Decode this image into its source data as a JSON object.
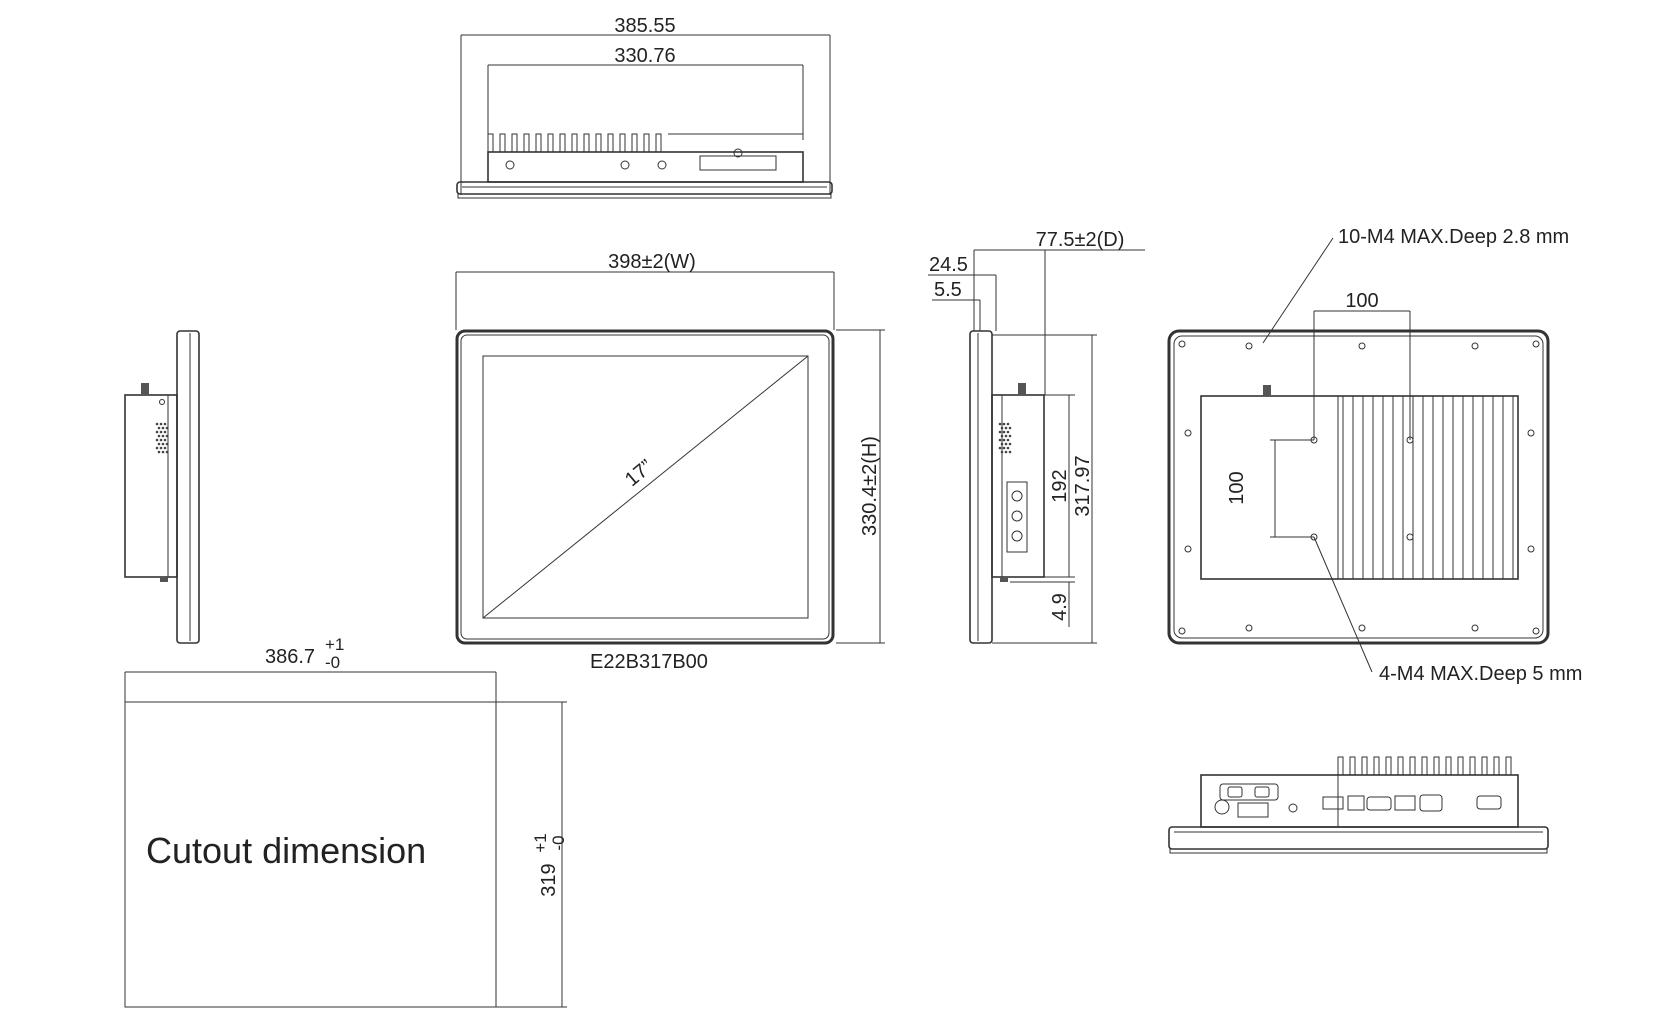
{
  "top_view": {
    "outer_width": "385.55",
    "inner_width": "330.76"
  },
  "front_view": {
    "width": "398±2(W)",
    "height": "330.4±2(H)",
    "screen_size": "17”",
    "model": "E22B317B00"
  },
  "side_view": {
    "depth": "77.5±2(D)",
    "bezel_depth": "24.5",
    "panel_depth": "5.5",
    "box_height": "192",
    "overall_height": "317.97",
    "bottom_offset": "4.9"
  },
  "rear_view": {
    "hole_spacing_h": "100",
    "hole_spacing_v": "100",
    "screw_note_top": "10-M4 MAX.Deep 2.8 mm",
    "screw_note_bottom": "4-M4 MAX.Deep 5 mm"
  },
  "cutout": {
    "label": "Cutout dimension",
    "width": "386.7",
    "width_plus": "+1",
    "width_minus": "-0",
    "height": "319",
    "height_plus": "+1",
    "height_minus": "-0"
  }
}
